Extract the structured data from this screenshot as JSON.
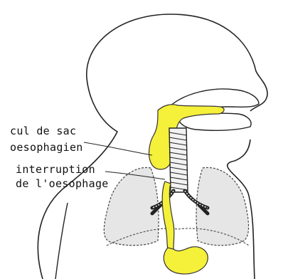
{
  "labels": {
    "cul_de_sac_line1": "cul de sac",
    "cul_de_sac_line2": "oesophagien",
    "interruption_line1": "interruption",
    "interruption_line2": "de l'oesophage"
  },
  "colors": {
    "outline": "#222222",
    "digestive_highlight": "#f5f03a",
    "lungs_fill": "#e6e6e6",
    "background": "#ffffff"
  }
}
